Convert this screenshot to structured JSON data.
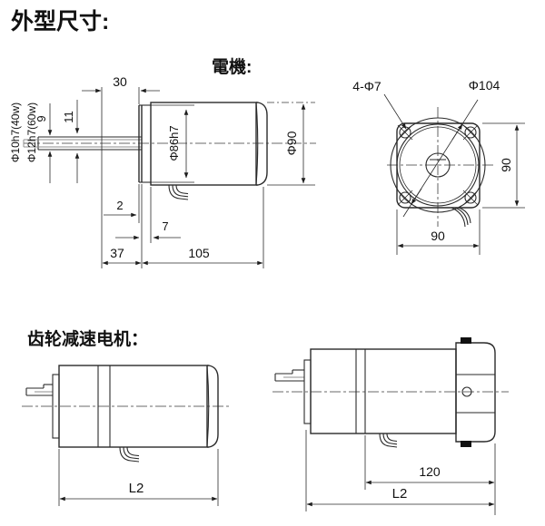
{
  "title": "外型尺寸:",
  "motor": {
    "heading": "電機:",
    "side": {
      "shaft_label_top": "Φ10h7(40w)",
      "shaft_label_bottom": "Φ12h7(60w)",
      "dim_shaft_len": "30",
      "dim_flat_small": "9",
      "dim_flat_large": "11",
      "dim_pilot_dia": "Φ86h7",
      "dim_body_dia": "Φ90",
      "dim_plate": "2",
      "dim_boss": "7",
      "dim_front": "37",
      "dim_body_len": "105"
    },
    "front": {
      "dim_holes": "4-Φ7",
      "dim_pilot_circle": "Φ104",
      "dim_height": "90",
      "dim_width": "90"
    }
  },
  "gear": {
    "heading": "齿轮减速电机：",
    "plain": {
      "dim_total": "L2"
    },
    "brake": {
      "dim_motor_len": "120",
      "dim_total": "L2"
    }
  }
}
